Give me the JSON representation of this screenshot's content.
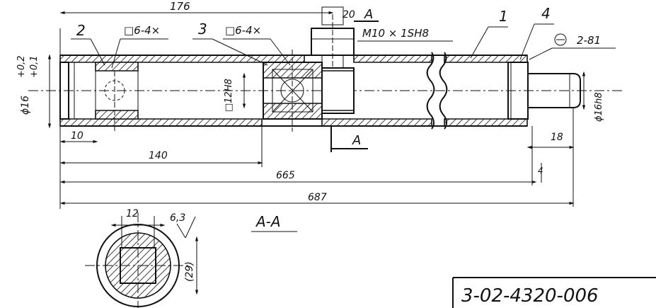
{
  "dimensions": {
    "d176": "176",
    "d140": "140",
    "d665": "665",
    "d687": "687",
    "d10": "10",
    "d18": "18",
    "d4": "4",
    "d20": "20",
    "d12": "12",
    "d29": "(29)",
    "d63": "6,3"
  },
  "tolerances": {
    "upper": "+0,2",
    "lower": "+0,1",
    "diameter16": "ϕ16",
    "shaft16h8": "ϕ16h8",
    "bore12H8": "□12H8"
  },
  "callouts": {
    "part1": "1",
    "part2": "2",
    "part3": "3",
    "part4": "4",
    "square1": "□6-4×",
    "square2": "□6-4×",
    "thread": "M10 × 1SH8",
    "weld": "2-81",
    "sectionMark": "A",
    "sectionMarkBottom": "A",
    "sectionTitle": "A-A"
  },
  "titleBlock": {
    "docNumber": "3-02-4320-006"
  }
}
